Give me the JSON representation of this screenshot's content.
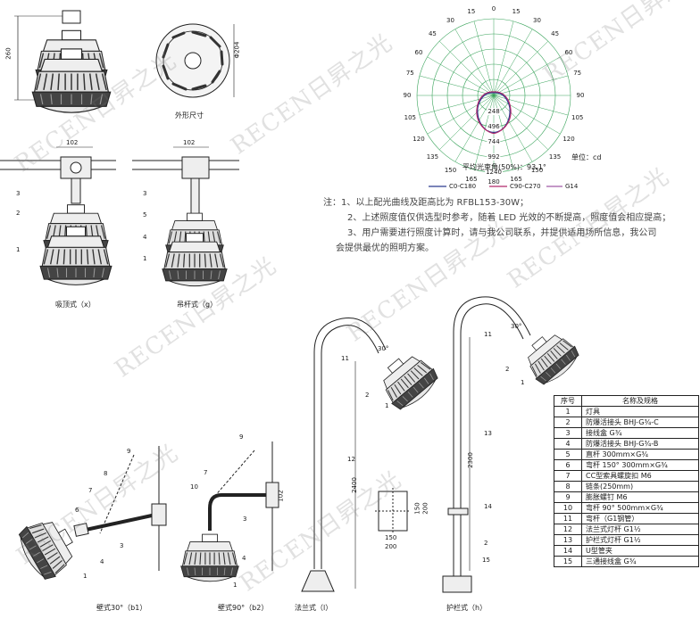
{
  "watermark": "RECEN日昇之光",
  "views": {
    "outline_caption": "外形尺寸",
    "height_dim": "260",
    "diameter_dim": "Φ204",
    "ceiling_caption": "吸顶式（x）",
    "pendant_caption": "吊杆式（g）",
    "ceiling_width": "102",
    "pendant_width": "102",
    "wall30_caption": "壁式30°（b1）",
    "wall90_caption": "壁式90°（b2）",
    "flange_caption": "法兰式（l）",
    "guard_caption": "护栏式（h）",
    "wall90_dim": "102",
    "flange_height": "2400",
    "guard_height": "2300",
    "angle_30a": "30°",
    "angle_30b": "30°",
    "base_dims": [
      "150",
      "200",
      "150",
      "200"
    ]
  },
  "callouts": {
    "ceiling": [
      "3",
      "2",
      "1"
    ],
    "pendant": [
      "3",
      "5",
      "4",
      "1"
    ],
    "wall30": [
      "9",
      "8",
      "7",
      "6",
      "4",
      "3",
      "1"
    ],
    "wall90": [
      "9",
      "7",
      "10",
      "4",
      "3",
      "1"
    ],
    "flange": [
      "11",
      "2",
      "1",
      "12"
    ],
    "guard": [
      "11",
      "2",
      "1",
      "13",
      "14",
      "2",
      "15"
    ]
  },
  "polar": {
    "angle_labels": [
      "180",
      "165",
      "165",
      "150",
      "150",
      "135",
      "135",
      "120",
      "120",
      "105",
      "105",
      "90",
      "90",
      "75",
      "75",
      "60",
      "60",
      "45",
      "45",
      "30",
      "30",
      "15",
      "15",
      "0"
    ],
    "ring_values": [
      "248",
      "496",
      "744",
      "992",
      "1240"
    ],
    "unit": "单位：cd",
    "avg_beam": "平均光束角(50%)：93.1°",
    "legend": [
      {
        "name": "C0-C180",
        "color": "#2b3a8f"
      },
      {
        "name": "C90-C270",
        "color": "#b0286a"
      },
      {
        "name": "G14",
        "color": "#a05aa6"
      }
    ]
  },
  "notes": [
    "注：1、以上配光曲线及距高比为 RFBL153-30W；",
    "2、上述照度值仅供选型时参考，随着 LED 光效的不断提高，照度值会相应提高；",
    "3、用户需要进行照度计算时，请与我公司联系，并提供适用场所信息，我公司",
    "会提供最优的照明方案。"
  ],
  "table": {
    "headers": [
      "序号",
      "名称及规格"
    ],
    "rows": [
      [
        "1",
        "灯具"
      ],
      [
        "2",
        "防爆活接头 BHJ-G¾-C"
      ],
      [
        "3",
        "接线盒 G¾"
      ],
      [
        "4",
        "防爆活接头 BHJ-G¾-B"
      ],
      [
        "5",
        "直杆 300mm×G¾"
      ],
      [
        "6",
        "弯杆 150°  300mm×G¾"
      ],
      [
        "7",
        "CC型索具螺旋扣 M6"
      ],
      [
        "8",
        "链条(250mm)"
      ],
      [
        "9",
        "膨胀螺钉  M6"
      ],
      [
        "10",
        "弯杆 90°  500mm×G¾"
      ],
      [
        "11",
        "弯杆（G1钢管）"
      ],
      [
        "12",
        "法兰式灯杆 G1½"
      ],
      [
        "13",
        "护栏式灯杆 G1½"
      ],
      [
        "14",
        "U型管夹"
      ],
      [
        "15",
        "三通接线盒    G¾"
      ]
    ]
  }
}
